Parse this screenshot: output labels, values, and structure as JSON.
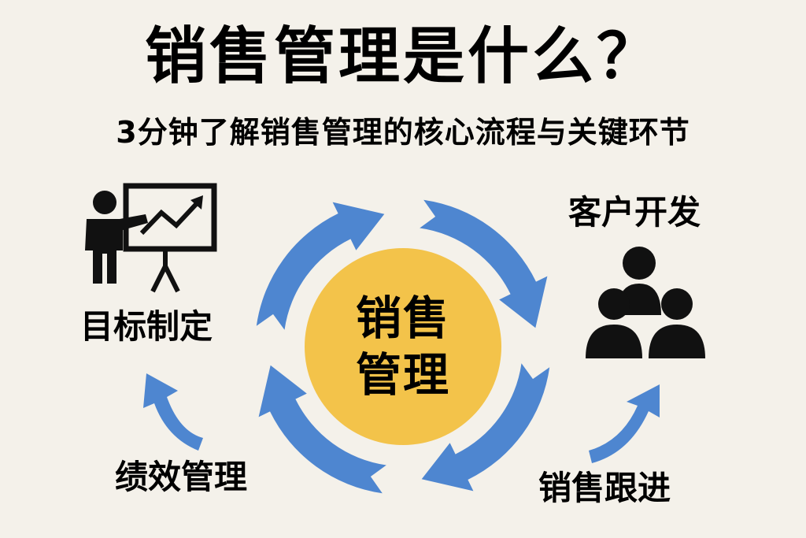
{
  "header": {
    "title": "销售管理是什么？",
    "subtitle": "3分钟了解销售管理的核心流程与关键环节"
  },
  "center": {
    "line1": "销售",
    "line2": "管理"
  },
  "stages": {
    "customer_development": "客户开发",
    "sales_followup": "销售跟进",
    "performance_management": "绩效管理",
    "goal_setting": "目标制定"
  },
  "colors": {
    "background": "#F4F1EA",
    "cycle_blue": "#4E86D0",
    "center_yellow": "#F3C34A",
    "icon_black": "#111111",
    "text": "#111111"
  },
  "icons": {
    "goal_setting": "presenter-chart-icon",
    "customer_development": "people-group-icon"
  }
}
